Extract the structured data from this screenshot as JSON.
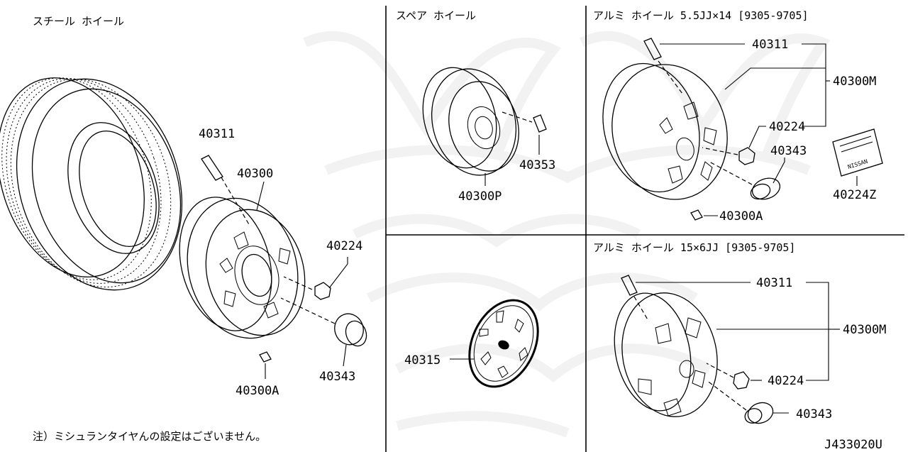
{
  "sections": {
    "steel_wheel": "スチール ホイール",
    "spare_wheel": "スペア ホイール",
    "alloy_14": "アルミ ホイール 5.5JJ×14 [9305-9705]",
    "alloy_15": "アルミ ホイール 15×6JJ [9305-9705]"
  },
  "parts": {
    "steel": {
      "valve": "40311",
      "wheel": "40300",
      "nut": "40224",
      "cap": "40343",
      "weight": "40300A"
    },
    "spare": {
      "wheel": "40300P",
      "weight": "40353",
      "cover": "40315"
    },
    "alloy14": {
      "valve": "40311",
      "wheel": "40300M",
      "nut": "40224",
      "cap": "40343",
      "weight": "40300A",
      "label": "40224Z"
    },
    "alloy15": {
      "valve": "40311",
      "wheel": "40300M",
      "nut": "40224",
      "cap": "40343"
    }
  },
  "note": "注）ミシュランタイヤんの設定はございません。",
  "diagram_code": "J433020U",
  "label_plate_text": "NISSAN"
}
